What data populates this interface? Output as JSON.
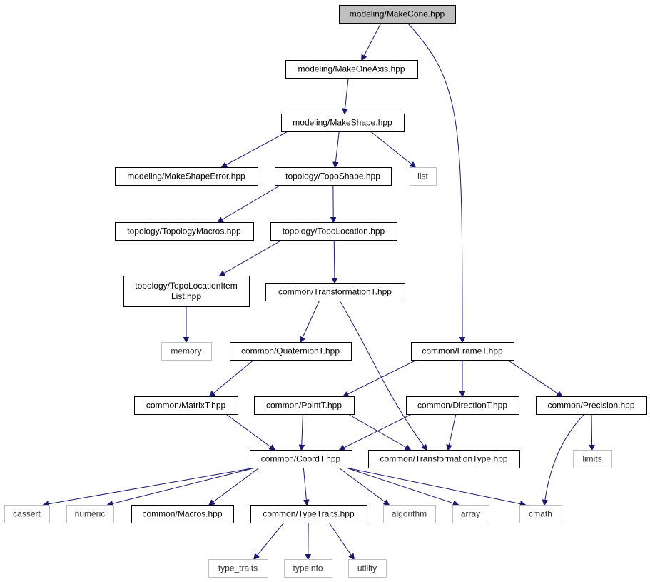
{
  "graph": {
    "nodes": [
      {
        "id": "makecone",
        "lines": [
          "modeling/MakeCone.hpp"
        ],
        "kind": "root"
      },
      {
        "id": "makeoneaxis",
        "lines": [
          "modeling/MakeOneAxis.hpp"
        ],
        "kind": "file"
      },
      {
        "id": "makeshape",
        "lines": [
          "modeling/MakeShape.hpp"
        ],
        "kind": "file"
      },
      {
        "id": "makeshapeerror",
        "lines": [
          "modeling/MakeShapeError.hpp"
        ],
        "kind": "file"
      },
      {
        "id": "toposhape",
        "lines": [
          "topology/TopoShape.hpp"
        ],
        "kind": "file"
      },
      {
        "id": "list",
        "lines": [
          "list"
        ],
        "kind": "external"
      },
      {
        "id": "topologymacros",
        "lines": [
          "topology/TopologyMacros.hpp"
        ],
        "kind": "file"
      },
      {
        "id": "topolocation",
        "lines": [
          "topology/TopoLocation.hpp"
        ],
        "kind": "file"
      },
      {
        "id": "topolocationitemlist",
        "lines": [
          "topology/TopoLocationItem",
          "List.hpp"
        ],
        "kind": "file"
      },
      {
        "id": "transformationt",
        "lines": [
          "common/TransformationT.hpp"
        ],
        "kind": "file"
      },
      {
        "id": "memory",
        "lines": [
          "memory"
        ],
        "kind": "external"
      },
      {
        "id": "quaterniont",
        "lines": [
          "common/QuaternionT.hpp"
        ],
        "kind": "file"
      },
      {
        "id": "framet",
        "lines": [
          "common/FrameT.hpp"
        ],
        "kind": "file"
      },
      {
        "id": "matrixt",
        "lines": [
          "common/MatrixT.hpp"
        ],
        "kind": "file"
      },
      {
        "id": "pointt",
        "lines": [
          "common/PointT.hpp"
        ],
        "kind": "file"
      },
      {
        "id": "directiont",
        "lines": [
          "common/DirectionT.hpp"
        ],
        "kind": "file"
      },
      {
        "id": "precision",
        "lines": [
          "common/Precision.hpp"
        ],
        "kind": "file"
      },
      {
        "id": "coordt",
        "lines": [
          "common/CoordT.hpp"
        ],
        "kind": "file"
      },
      {
        "id": "transformationtype",
        "lines": [
          "common/TransformationType.hpp"
        ],
        "kind": "file"
      },
      {
        "id": "limits",
        "lines": [
          "limits"
        ],
        "kind": "external"
      },
      {
        "id": "cassert",
        "lines": [
          "cassert"
        ],
        "kind": "external"
      },
      {
        "id": "numeric",
        "lines": [
          "numeric"
        ],
        "kind": "external"
      },
      {
        "id": "macros",
        "lines": [
          "common/Macros.hpp"
        ],
        "kind": "file"
      },
      {
        "id": "typetraits",
        "lines": [
          "common/TypeTraits.hpp"
        ],
        "kind": "file"
      },
      {
        "id": "algorithm",
        "lines": [
          "algorithm"
        ],
        "kind": "external"
      },
      {
        "id": "array",
        "lines": [
          "array"
        ],
        "kind": "external"
      },
      {
        "id": "cmath",
        "lines": [
          "cmath"
        ],
        "kind": "external"
      },
      {
        "id": "type_traits",
        "lines": [
          "type_traits"
        ],
        "kind": "external"
      },
      {
        "id": "typeinfo",
        "lines": [
          "typeinfo"
        ],
        "kind": "external"
      },
      {
        "id": "utility",
        "lines": [
          "utility"
        ],
        "kind": "external"
      }
    ],
    "edges": [
      {
        "from": "makecone",
        "to": "makeoneaxis"
      },
      {
        "from": "makecone",
        "to": "framet"
      },
      {
        "from": "makeoneaxis",
        "to": "makeshape"
      },
      {
        "from": "makeshape",
        "to": "makeshapeerror"
      },
      {
        "from": "makeshape",
        "to": "toposhape"
      },
      {
        "from": "makeshape",
        "to": "list"
      },
      {
        "from": "toposhape",
        "to": "topologymacros"
      },
      {
        "from": "toposhape",
        "to": "topolocation"
      },
      {
        "from": "topolocation",
        "to": "topolocationitemlist"
      },
      {
        "from": "topolocation",
        "to": "transformationt"
      },
      {
        "from": "topolocationitemlist",
        "to": "memory"
      },
      {
        "from": "transformationt",
        "to": "quaterniont"
      },
      {
        "from": "transformationt",
        "to": "transformationtype"
      },
      {
        "from": "quaterniont",
        "to": "matrixt"
      },
      {
        "from": "matrixt",
        "to": "coordt"
      },
      {
        "from": "framet",
        "to": "pointt"
      },
      {
        "from": "framet",
        "to": "directiont"
      },
      {
        "from": "framet",
        "to": "precision"
      },
      {
        "from": "pointt",
        "to": "coordt"
      },
      {
        "from": "pointt",
        "to": "transformationtype"
      },
      {
        "from": "directiont",
        "to": "coordt"
      },
      {
        "from": "directiont",
        "to": "transformationtype"
      },
      {
        "from": "precision",
        "to": "limits"
      },
      {
        "from": "precision",
        "to": "cmath"
      },
      {
        "from": "coordt",
        "to": "cassert"
      },
      {
        "from": "coordt",
        "to": "numeric"
      },
      {
        "from": "coordt",
        "to": "macros"
      },
      {
        "from": "coordt",
        "to": "typetraits"
      },
      {
        "from": "coordt",
        "to": "algorithm"
      },
      {
        "from": "coordt",
        "to": "array"
      },
      {
        "from": "coordt",
        "to": "cmath"
      },
      {
        "from": "typetraits",
        "to": "type_traits"
      },
      {
        "from": "typetraits",
        "to": "typeinfo"
      },
      {
        "from": "typetraits",
        "to": "utility"
      }
    ]
  }
}
